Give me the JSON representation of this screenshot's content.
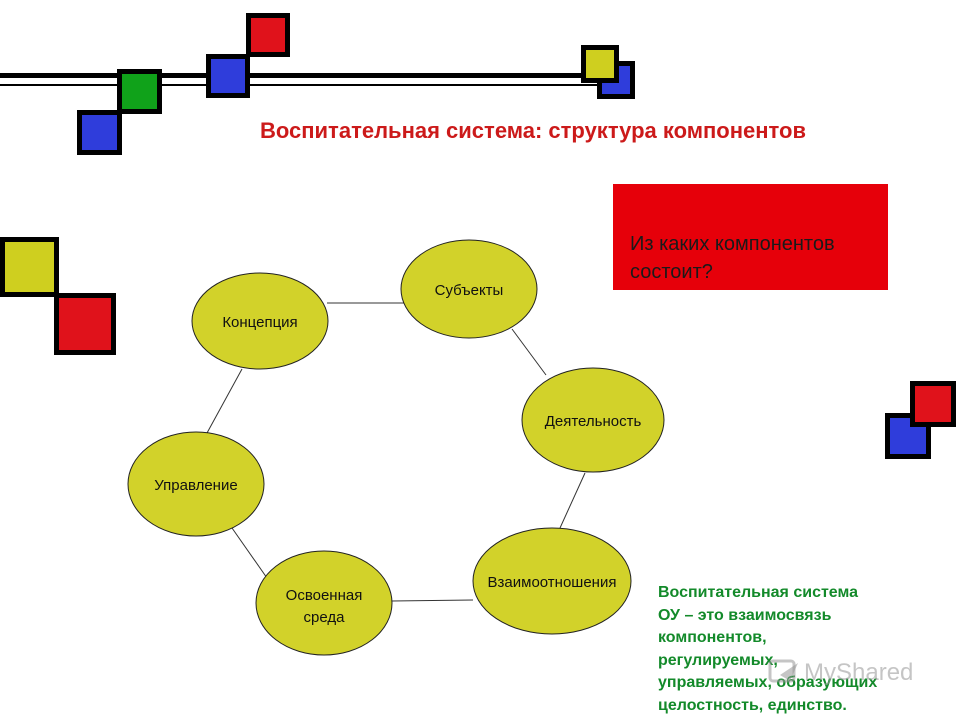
{
  "title": "Воспитательная система: структура компонентов",
  "question": {
    "line1": "Из каких компонентов",
    "line2": "состоит?"
  },
  "definition": {
    "lines": [
      "Воспитательная система",
      "ОУ – это взаимосвязь",
      "компонентов,",
      "регулируемых,",
      "управляемых, образующих",
      "целостность, единство."
    ]
  },
  "components": [
    {
      "id": "koncepciya",
      "label": [
        "Концепция"
      ]
    },
    {
      "id": "subekty",
      "label": [
        "Субъекты"
      ]
    },
    {
      "id": "deyatelnost",
      "label": [
        "Деятельность"
      ]
    },
    {
      "id": "vzaimootnosheniya",
      "label": [
        "Взаимоотношения"
      ]
    },
    {
      "id": "osvoennaya-sreda",
      "label": [
        "Освоенная",
        "среда"
      ]
    },
    {
      "id": "upravlenie",
      "label": [
        "Управление"
      ]
    }
  ],
  "colors": {
    "node_fill": "#d2d22a",
    "title": "#cc1a1a",
    "question_bg": "#e6000a",
    "definition_text": "#138a2a",
    "square_red": "#e0121b",
    "square_blue": "#2f3ddb",
    "square_green": "#10a21a",
    "square_yellow": "#cfcf1f"
  },
  "watermark": {
    "text": "MyShared",
    "icon": "myshared-logo-icon"
  }
}
